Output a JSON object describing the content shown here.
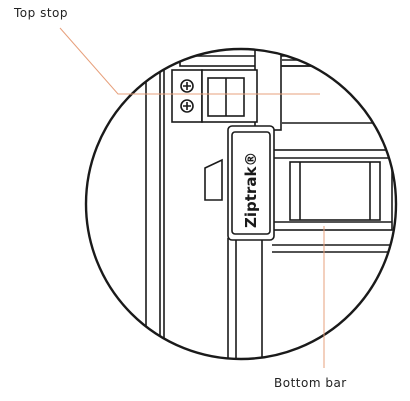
{
  "callouts": {
    "top_stop": "Top stop",
    "bottom_bar": "Bottom bar"
  },
  "branding": {
    "logo_text": "Ziptrak®"
  },
  "colors": {
    "leader_line": "#E7A07C",
    "outline": "#1a1a1a",
    "label_text": "#222222"
  }
}
